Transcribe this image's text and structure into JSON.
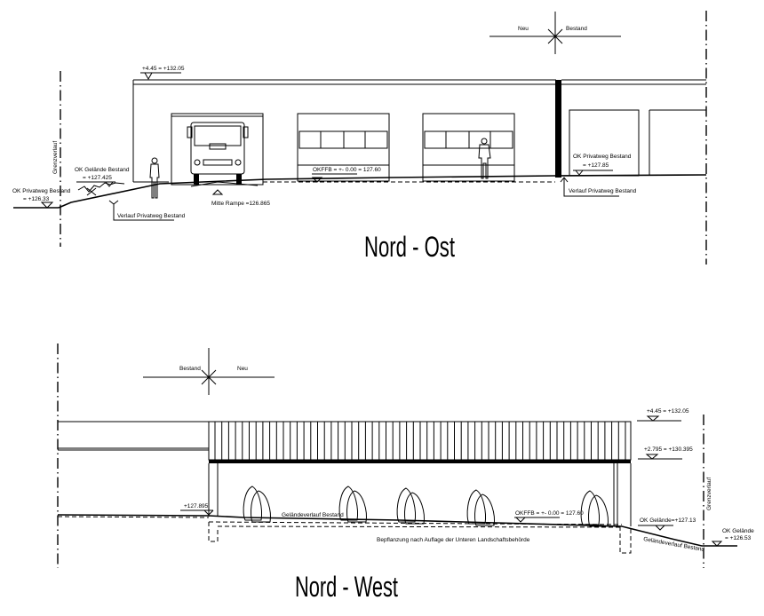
{
  "drawing": {
    "nord_ost": {
      "title": "Nord - Ost",
      "legend": {
        "left": "Neu",
        "right": "Bestand"
      },
      "boundary_label": "Grenzverlauf",
      "labels": {
        "roof_level": "+4.45 = +132.05",
        "ok_privatweg_left_line1": "OK Privatweg Bestand",
        "ok_privatweg_left_line2": "= +126.33",
        "ok_gelaende_line1": "OK Gelände Bestand",
        "ok_gelaende_line2": "= +127.425",
        "verlauf_privatweg_left": "Verlauf Privatweg Bestand",
        "mitte_rampe": "Mitte Rampe =126.865",
        "okffb": "OKFFB = +- 0.00 = 127.60",
        "ok_privatweg_right_line1": "OK Privatweg Bestand",
        "ok_privatweg_right_line2": "= +127.85",
        "verlauf_privatweg_right": "Verlauf Privatweg Bestand"
      }
    },
    "nord_west": {
      "title": "Nord - West",
      "legend": {
        "left": "Bestand",
        "right": "Neu"
      },
      "boundary_label": "Grenzverlauf",
      "labels": {
        "level_left": "+127.895",
        "gelaendeverlauf_left": "Geländeverlauf Bestand",
        "roof_level": "+4.45 = +132.05",
        "eaves_level": "+2.795 = +130.395",
        "okffb": "OKFFB = +- 0.00 = 127.60",
        "ok_gelaende_mid": "OK Gelände=+127.13",
        "gelaendeverlauf_right": "Geländeverlauf Bestand",
        "ok_gelaende_right_line1": "OK Gelände",
        "ok_gelaende_right_line2": "= +126.53",
        "planting_note": "Bepflanzung nach Auflage der Unteren Landschaftsbehörde"
      }
    }
  }
}
